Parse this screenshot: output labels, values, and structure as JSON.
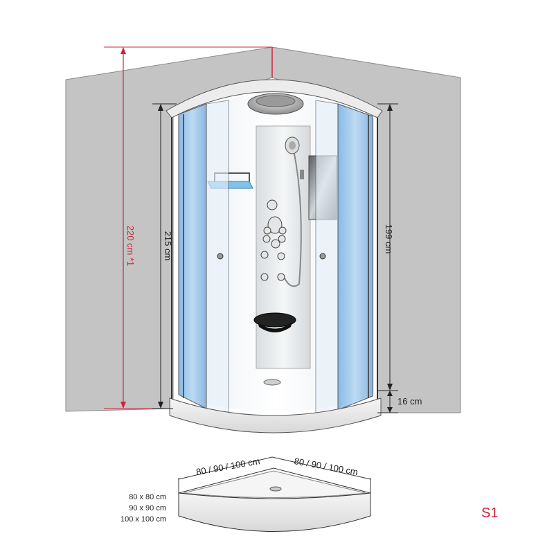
{
  "dimensions": {
    "total_height": "220 cm *1",
    "cabin_height": "215 cm",
    "door_height": "199 cm",
    "tray_height": "16 cm",
    "width_left": "80 / 90 / 100 cm",
    "width_right": "80 / 90 / 100 cm"
  },
  "size_options": [
    "80 x 80 cm",
    "90 x 90 cm",
    "100 x 100 cm"
  ],
  "model_label": "S1",
  "colors": {
    "red_dimension": "#d4203a",
    "glass_blue": "#8fbfe8",
    "wall_grey": "#c4c4c4"
  }
}
